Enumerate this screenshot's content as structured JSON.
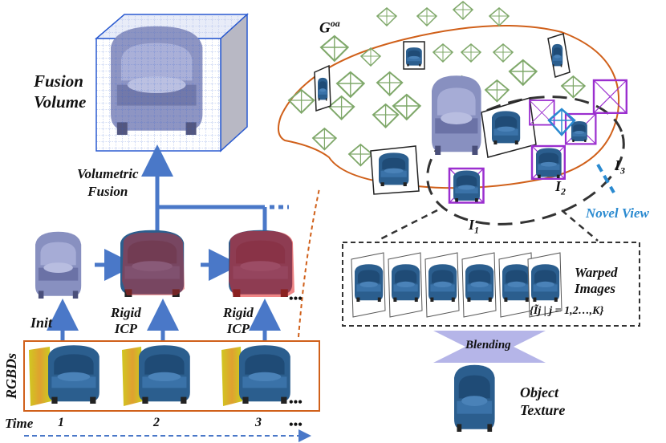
{
  "left": {
    "fusion_volume": "Fusion\nVolume",
    "volumetric_fusion": "Volumetric\nFusion",
    "init": "Init",
    "rigid_icp_1": "Rigid\nICP",
    "rigid_icp_2": "Rigid\nICP",
    "rgbds": "RGBDs",
    "time": "Time",
    "time_steps": [
      "1",
      "2",
      "3"
    ],
    "ellipsis_row": "•••",
    "ellipsis_frames": "•••",
    "ellipsis_time": "•••"
  },
  "right": {
    "goa_base": "G",
    "goa_sup": "oa",
    "i1_base": "I",
    "i1_sub": "1",
    "i2_base": "I",
    "i2_sub": "2",
    "i3_base": "I",
    "i3_sub": "3",
    "novel_view": "Novel View",
    "warped_images": "Warped\nImages",
    "warped_set": "{Ĩj | j = 1,2…,K}",
    "blending": "Blending",
    "object_texture": "Object\nTexture"
  },
  "colors": {
    "accent_blue": "#4a78c8",
    "orange": "#d0601a",
    "green_camera": "#7fa86a",
    "purple_camera": "#9b2fcf",
    "novel_blue": "#2a8ad0",
    "grid_blue": "#2a5ad0",
    "chair_blue": "#2b5e8e",
    "chair_gray": "#8890c0"
  },
  "icons": [
    "arrow-icon",
    "chair-icon",
    "camera-frustum-icon"
  ]
}
